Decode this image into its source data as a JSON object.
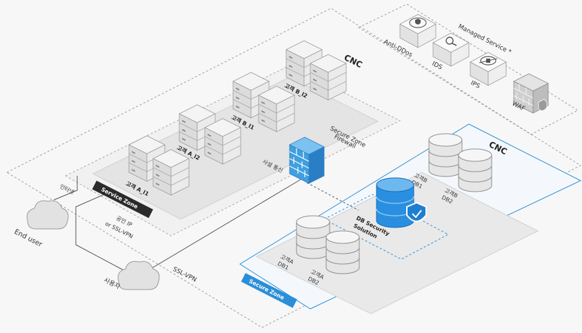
{
  "managed_service": {
    "title": "Managed Service *",
    "items": [
      {
        "label": "Anti-DDos",
        "icon": "shield-icon"
      },
      {
        "label": "IDS",
        "icon": "search-icon"
      },
      {
        "label": "IPS",
        "icon": "lock-icon"
      },
      {
        "label": "WAF",
        "icon": "brick-wall-icon"
      }
    ]
  },
  "service_zone": {
    "title": "CNC",
    "badge": "Service Zone",
    "servers": [
      "고객 A_l1",
      "고객 A_l2",
      "고객 B_l1",
      "고객 B_l2"
    ]
  },
  "firewall": {
    "label": "Secure Zone Firewall",
    "label_line1": "Secure Zone",
    "label_line2": "Firewall"
  },
  "secure_zone": {
    "title": "CNC",
    "badge": "Secure Zone",
    "db_solution_line1": "DB Security",
    "db_solution_line2": "Solution",
    "databases": [
      {
        "line1": "고객B",
        "line2": "DB1"
      },
      {
        "line1": "고객B",
        "line2": "DB2"
      },
      {
        "line1": "고객A",
        "line2": "DB1"
      },
      {
        "line1": "고객A",
        "line2": "DB2"
      }
    ]
  },
  "network": {
    "internet": "인터넷",
    "public_ip_line1": "공인 IP",
    "public_ip_line2": "or SSL-VPN",
    "private_comm": "사설 통신",
    "ssl_vpn": "SSL-VPN"
  },
  "users": {
    "end_user": "End user",
    "operator": "사용자"
  },
  "colors": {
    "accent_blue": "#2a8fd8",
    "db_blue": "#1e7fd0",
    "badge_dark": "#2b2b2b"
  }
}
